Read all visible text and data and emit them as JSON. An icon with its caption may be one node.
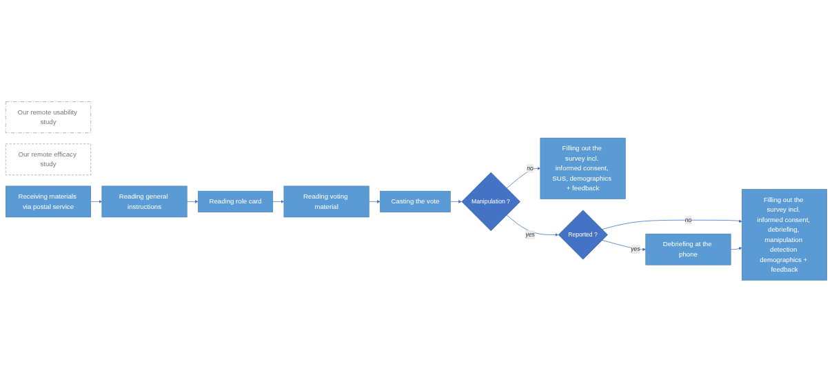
{
  "diagram": {
    "nodes": [
      {
        "text": [
          "Our remote usability study"
        ]
      },
      {
        "text": [
          "Our remote efficacy study"
        ]
      },
      {
        "text": [
          "Receiving materials via postal service"
        ]
      },
      {
        "text": [
          "Reading general instructions"
        ]
      },
      {
        "text": [
          "Reading role card"
        ]
      },
      {
        "text": [
          "Reading voting material"
        ]
      },
      {
        "text": [
          "Casting the vote"
        ]
      },
      {
        "text": [
          "Manipulation ?"
        ]
      },
      {
        "text": [
          "Filling out the survey incl. informed consent, SUS, demographics + feedback"
        ]
      },
      {
        "text": [
          "Reported ?"
        ]
      },
      {
        "text": [
          "Filling out the survey incl. informed consent, debriefing, manipulation detection demographics + feedback"
        ]
      },
      {
        "text": [
          "Debriefing at the phone"
        ]
      }
    ],
    "edges": [
      {
        "from": 2,
        "to": 3,
        "arrow": "to"
      },
      {
        "from": 3,
        "to": 4,
        "arrow": "to"
      },
      {
        "from": 4,
        "to": 5,
        "arrow": "to"
      },
      {
        "from": 5,
        "to": 6,
        "arrow": "to"
      },
      {
        "from": 6,
        "to": 7,
        "arrow": "to"
      },
      {
        "from": 7,
        "to": 8,
        "label": "no",
        "arrow": "to"
      },
      {
        "from": 7,
        "to": 9,
        "label": "yes",
        "arrow": "to"
      },
      {
        "from": 9,
        "to": 10,
        "label": "no",
        "arrow": "to"
      },
      {
        "from": 9,
        "to": 11,
        "label": "yes",
        "arrow": "to"
      },
      {
        "from": 11,
        "to": 10,
        "arrow": "to"
      }
    ]
  }
}
